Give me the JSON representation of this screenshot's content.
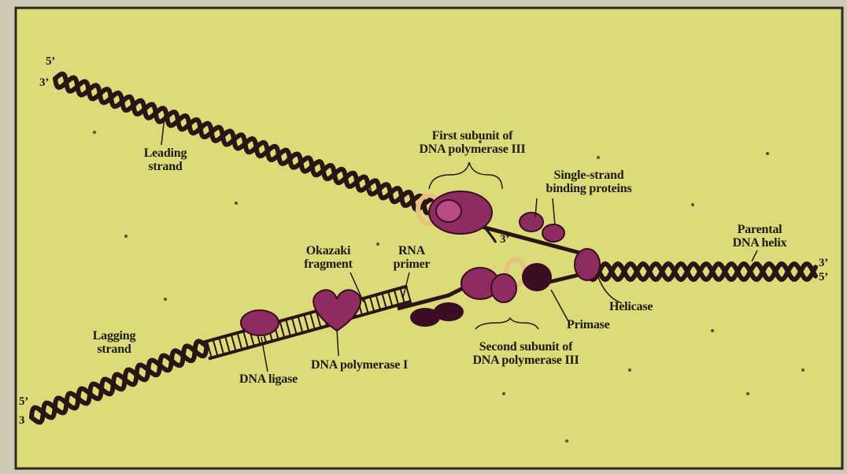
{
  "colors": {
    "panel": "#dcdb79",
    "frame": "#2a2a22",
    "backdrop": "#cfcab6",
    "dna": "#2b1414",
    "protein": "#8e2c62",
    "protein_dark": "#3a0d22",
    "protein_light": "#b84a86",
    "ring": "#e7c27f"
  },
  "labels": {
    "leading_strand": [
      "Leading",
      "strand"
    ],
    "lagging_strand": [
      "Lagging",
      "strand"
    ],
    "first_subunit": [
      "First subunit of",
      "DNA polymerase III"
    ],
    "second_subunit": [
      "Second subunit of",
      "DNA polymerase III"
    ],
    "single_strand": [
      "Single-strand",
      "binding proteins"
    ],
    "parental": [
      "Parental",
      "DNA helix"
    ],
    "okazaki": [
      "Okazaki",
      "fragment"
    ],
    "rna_primer": [
      "RNA",
      "primer"
    ],
    "helicase": "Helicase",
    "primase": "Primase",
    "dna_polymerase_i": "DNA polymerase I",
    "dna_ligase": "DNA ligase"
  },
  "ends": {
    "top_left_5": "5’",
    "top_left_3": "3’",
    "leading_3": "3’",
    "parental_3": "3’",
    "parental_5": "5’",
    "bottom_left_5": "5’",
    "bottom_left_3": "3"
  }
}
